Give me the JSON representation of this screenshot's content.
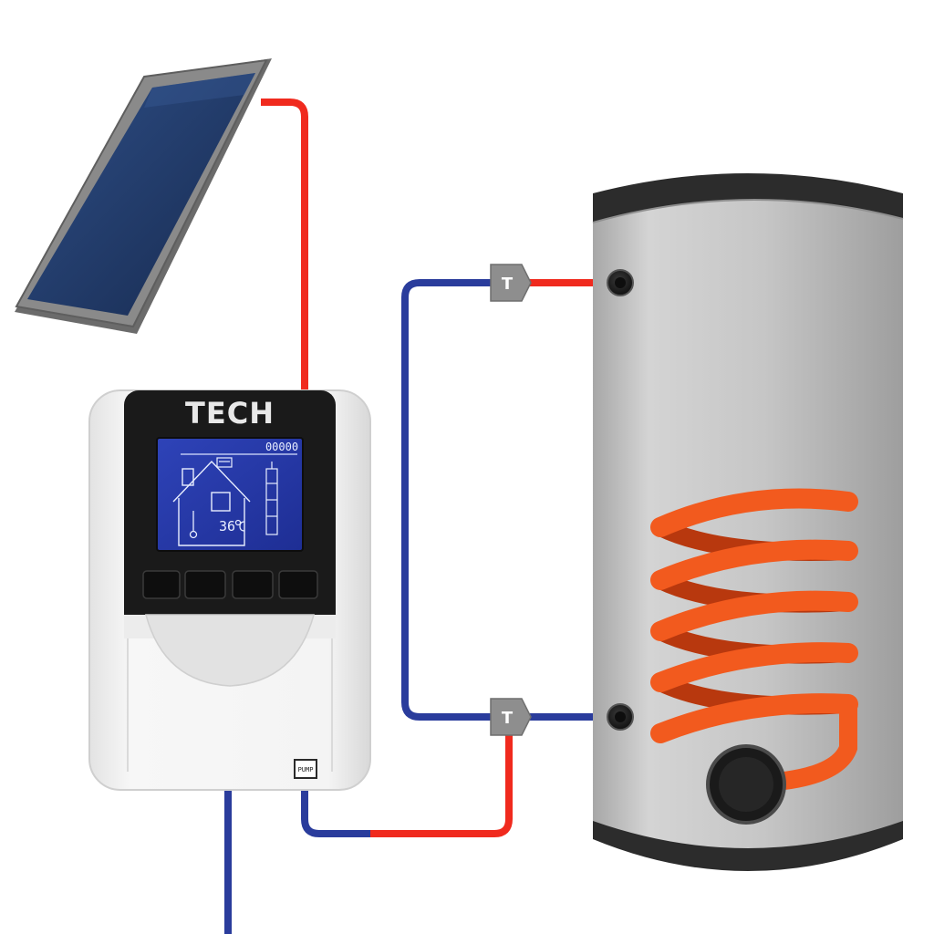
{
  "controller": {
    "brand": "TECH",
    "display": {
      "top_readout": "00000",
      "temperature": "36"
    },
    "buttons": [
      "",
      "",
      "",
      ""
    ],
    "label_tag": "PUMP"
  },
  "fittings": {
    "upper_label": "T",
    "lower_label": "T"
  },
  "colors": {
    "hot_pipe": "#f02a1e",
    "cold_pipe": "#2a3c9c",
    "coil": "#f25a1e",
    "tank_body": "#c9c9c9",
    "panel": "#1f3a6b"
  }
}
